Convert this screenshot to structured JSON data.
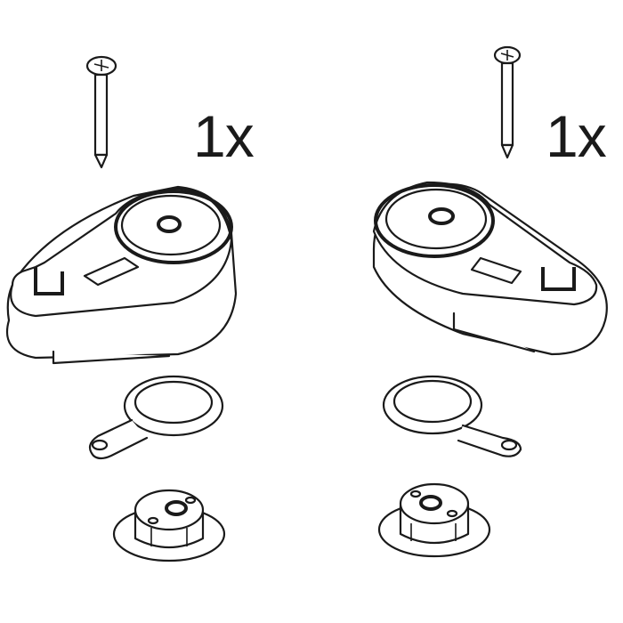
{
  "diagram": {
    "type": "parts-kit",
    "sets": [
      {
        "side": "left",
        "quantity_label": "1x",
        "parts": [
          "screw-icon",
          "hinge-bracket",
          "ring-lever",
          "flanged-bushing"
        ]
      },
      {
        "side": "right",
        "quantity_label": "1x",
        "parts": [
          "screw-icon",
          "hinge-bracket",
          "ring-lever",
          "flanged-bushing"
        ]
      }
    ],
    "colors": {
      "line": "#1a1a1a",
      "background": "#ffffff"
    }
  }
}
